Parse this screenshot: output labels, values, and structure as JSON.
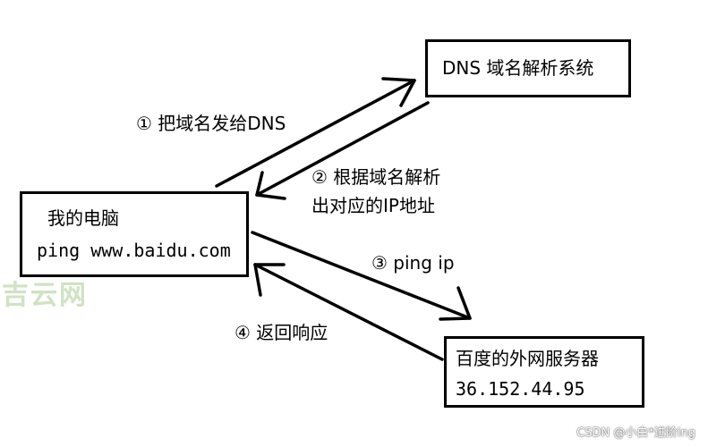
{
  "nodes": {
    "dns": {
      "label": "DNS 域名解析系统"
    },
    "computer": {
      "title": "我的电脑",
      "command": "ping www.baidu.com"
    },
    "server": {
      "title": "百度的外网服务器",
      "ip": "36.152.44.95"
    }
  },
  "edges": {
    "step1": {
      "label": "① 把域名发给DNS"
    },
    "step2": {
      "line1": "② 根据域名解析",
      "line2": "出对应的IP地址"
    },
    "step3": {
      "label": "③ ping ip"
    },
    "step4": {
      "label": "④ 返回响应"
    }
  },
  "watermark": "吉云网",
  "credit": "CSDN @小白*进阶ing"
}
